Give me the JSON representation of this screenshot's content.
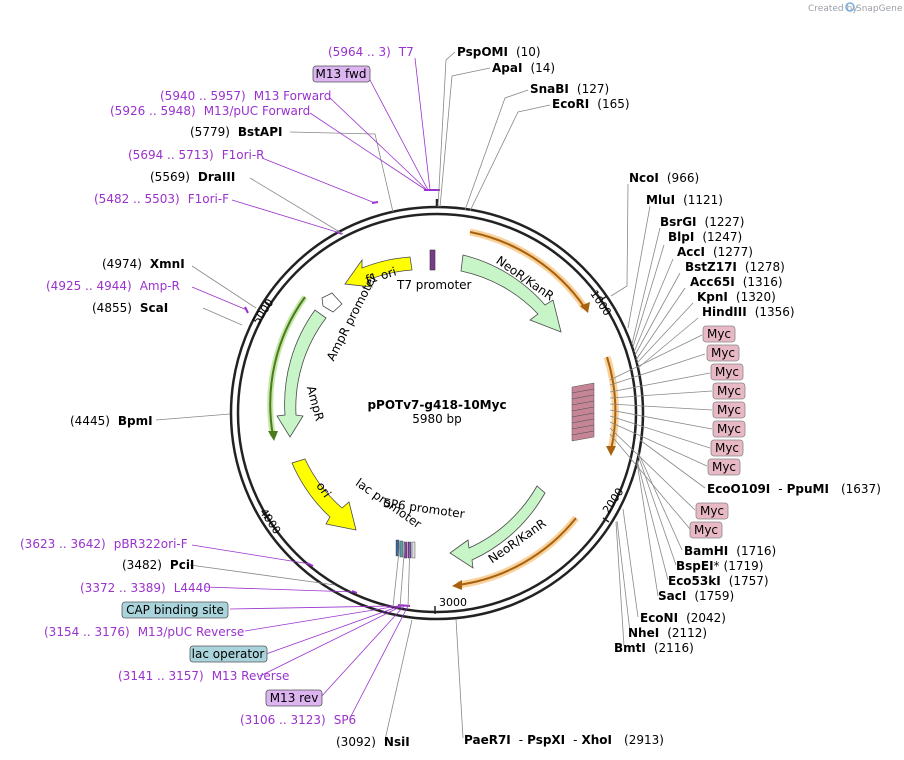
{
  "plasmid": {
    "name": "pPOTv7-g418-10Myc",
    "size": "5980 bp"
  },
  "credit": {
    "prefix": "Created by",
    "brand": "SnapGene"
  },
  "ticks": [
    "1000",
    "2000",
    "3000",
    "4000",
    "5000"
  ],
  "primers": [
    {
      "range": "(5964 .. 3)",
      "name": "T7"
    },
    {
      "range": "(5940 .. 5957)",
      "name": "M13 Forward"
    },
    {
      "range": "(5926 .. 5948)",
      "name": "M13/pUC Forward"
    },
    {
      "range": "(5694 .. 5713)",
      "name": "F1ori-R"
    },
    {
      "range": "(5482 .. 5503)",
      "name": "F1ori-F"
    },
    {
      "range": "(4925 .. 4944)",
      "name": "Amp-R"
    },
    {
      "range": "(3623 .. 3642)",
      "name": "pBR322ori-F"
    },
    {
      "range": "(3372 .. 3389)",
      "name": "L4440"
    },
    {
      "range": "(3154 .. 3176)",
      "name": "M13/pUC Reverse"
    },
    {
      "range": "(3141 .. 3157)",
      "name": "M13 Reverse"
    },
    {
      "range": "(3106 .. 3123)",
      "name": "SP6"
    }
  ],
  "boxes": {
    "m13fwd": "M13 fwd",
    "m13rev": "M13 rev",
    "cap": "CAP binding site",
    "lacop": "lac operator",
    "myc": "Myc"
  },
  "enzymes_right": [
    {
      "name": "PspOMI",
      "pos": "(10)"
    },
    {
      "name": "ApaI",
      "pos": "(14)"
    },
    {
      "name": "SnaBI",
      "pos": "(127)"
    },
    {
      "name": "EcoRI",
      "pos": "(165)"
    },
    {
      "name": "NcoI",
      "pos": "(966)"
    },
    {
      "name": "MluI",
      "pos": "(1121)"
    },
    {
      "name": "BsrGI",
      "pos": "(1227)"
    },
    {
      "name": "BlpI",
      "pos": "(1247)"
    },
    {
      "name": "AccI",
      "pos": "(1277)"
    },
    {
      "name": "BstZ17I",
      "pos": "(1278)"
    },
    {
      "name": "Acc65I",
      "pos": "(1316)"
    },
    {
      "name": "KpnI",
      "pos": "(1320)"
    },
    {
      "name": "HindIII",
      "pos": "(1356)"
    },
    {
      "name": "EcoO109I",
      "sep": "-",
      "name2": "PpuMI",
      "pos": "(1637)"
    },
    {
      "name": "BamHI",
      "pos": "(1716)"
    },
    {
      "name": "BspEI",
      "star": "*",
      "pos": "(1719)"
    },
    {
      "name": "Eco53kI",
      "pos": "(1757)"
    },
    {
      "name": "SacI",
      "pos": "(1759)"
    },
    {
      "name": "EcoNI",
      "pos": "(2042)"
    },
    {
      "name": "NheI",
      "pos": "(2112)"
    },
    {
      "name": "BmtI",
      "pos": "(2116)"
    },
    {
      "name": "PaeR7I",
      "sep": "-",
      "name2": "PspXI",
      "sep2": "-",
      "name3": "XhoI",
      "pos": "(2913)"
    }
  ],
  "enzymes_left": [
    {
      "pos": "(5779)",
      "name": "BstAPI"
    },
    {
      "pos": "(5569)",
      "name": "DraIII"
    },
    {
      "pos": "(4974)",
      "name": "XmnI"
    },
    {
      "pos": "(4855)",
      "name": "ScaI"
    },
    {
      "pos": "(4445)",
      "name": "BpmI"
    },
    {
      "pos": "(3482)",
      "name": "PciI"
    },
    {
      "pos": "(3092)",
      "name": "NsiI"
    }
  ],
  "features": {
    "f1ori": "f1 ori",
    "t7prom": "T7 promoter",
    "neokan": "NeoR/KanR",
    "amprprom": "AmpR promoter",
    "ampr": "AmpR",
    "ori": "ori",
    "lacprom": "lac promoter",
    "sp6prom": "SP6 promoter"
  },
  "colors": {
    "primer": "#9a32cd",
    "neo": "#c8f5c8",
    "ori": "#ffff00",
    "orf": "#f4a53c",
    "myc_box": "#e8b9c5",
    "cap_box": "#aad4dc",
    "m13_box": "#dcb4f0"
  }
}
